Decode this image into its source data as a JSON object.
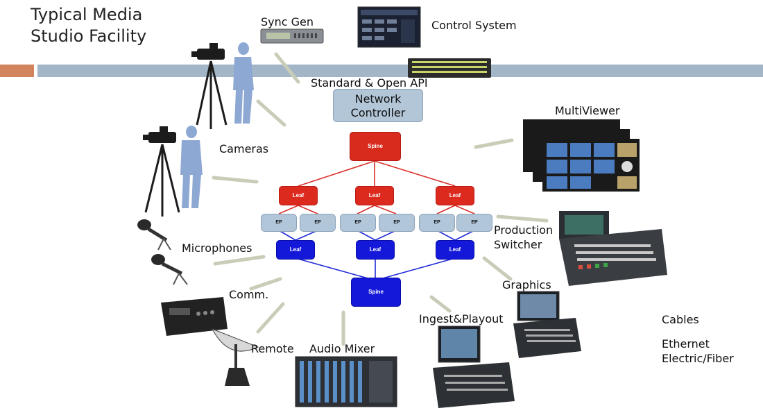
{
  "title": {
    "line1": "Typical Media",
    "line2": "Studio Facility"
  },
  "labels": {
    "sync_gen": "Sync Gen",
    "control_system": "Control System",
    "standard_api": "Standard & Open API",
    "cameras": "Cameras",
    "multiviewer": "MultiViewer",
    "microphones": "Microphones",
    "production_switcher_1": "Production",
    "production_switcher_2": "Switcher",
    "comm": "Comm.",
    "graphics": "Graphics",
    "ingest_playout": "Ingest&Playout",
    "remote": "Remote",
    "audio_mixer": "Audio Mixer",
    "cables": "Cables",
    "cable_type_1": "Ethernet",
    "cable_type_2": "Electric/Fiber"
  },
  "network": {
    "controller_line1": "Network",
    "controller_line2": "Controller",
    "spine_top": "Spine",
    "spine_bottom": "Spine",
    "leaf_top": [
      "Leaf",
      "Leaf",
      "Leaf"
    ],
    "leaf_bottom": [
      "Leaf",
      "Leaf",
      "Leaf"
    ],
    "ep": [
      "EP",
      "EP",
      "EP",
      "EP",
      "EP",
      "EP"
    ]
  },
  "colors": {
    "red_fabric": "#d92a1e",
    "blue_fabric": "#1418d8",
    "ep_fill": "#b2c6da",
    "band": "#a3b6c8",
    "accent_orange": "#d2845c",
    "connector": "#c8cdb8"
  }
}
